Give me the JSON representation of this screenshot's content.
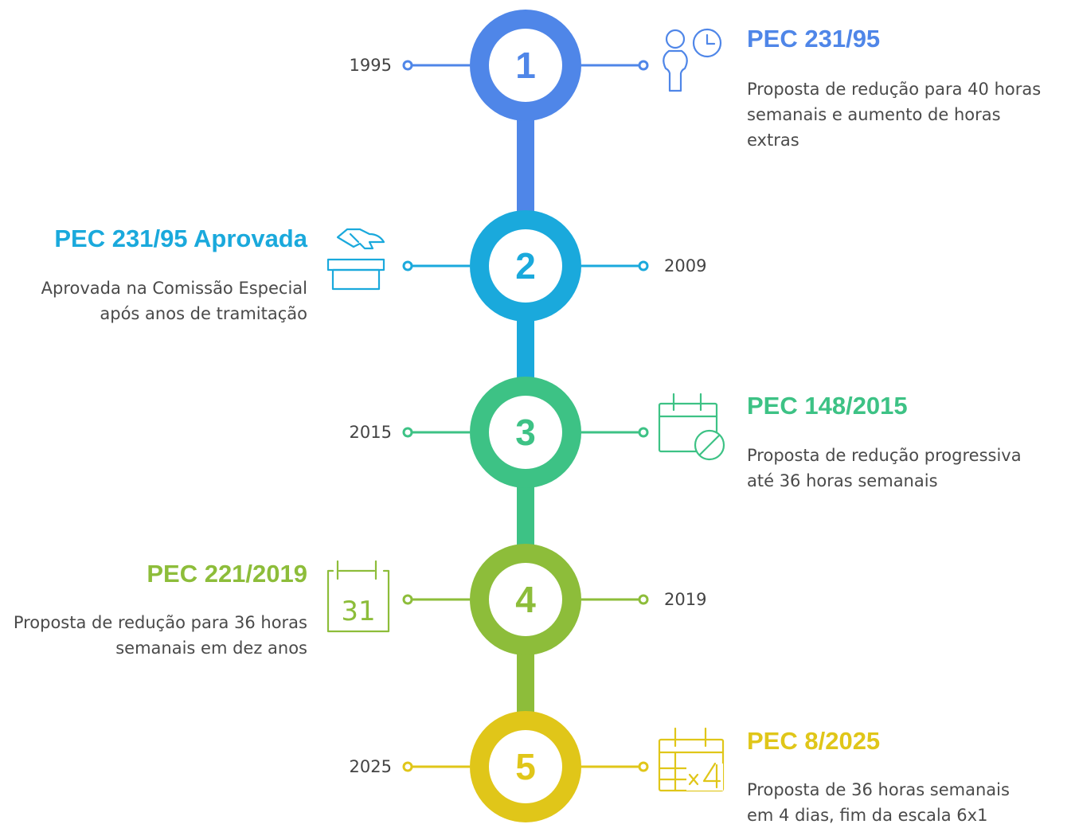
{
  "milestones": [
    {
      "number": "1",
      "year": "1995",
      "title": "PEC 231/95",
      "description_lines": [
        "Proposta de redução para 40 horas",
        "semanais e aumento de horas",
        "extras"
      ],
      "color": "#4f86e8",
      "icon": "person-clock-icon",
      "side": "right"
    },
    {
      "number": "2",
      "year": "2009",
      "title": "PEC 231/95 Aprovada",
      "description_lines": [
        "Aprovada na Comissão Especial",
        "após anos de tramitação"
      ],
      "color": "#1aa9dc",
      "icon": "ballot-box-icon",
      "side": "left"
    },
    {
      "number": "3",
      "year": "2015",
      "title": "PEC 148/2015",
      "description_lines": [
        "Proposta de redução progressiva",
        "até 36 horas semanais"
      ],
      "color": "#3dc285",
      "icon": "calendar-cancel-icon",
      "side": "right"
    },
    {
      "number": "4",
      "year": "2019",
      "title": "PEC 221/2019",
      "description_lines": [
        "Proposta de redução para 36 horas",
        "semanais em dez anos"
      ],
      "color": "#8dbd3a",
      "icon": "calendar-31-icon",
      "side": "left"
    },
    {
      "number": "5",
      "year": "2025",
      "title": "PEC 8/2025",
      "description_lines": [
        "Proposta de 36 horas semanais",
        "em 4 dias, fim da escala 6x1"
      ],
      "color": "#e0c619",
      "icon": "calendar-x4-icon",
      "side": "right"
    }
  ]
}
